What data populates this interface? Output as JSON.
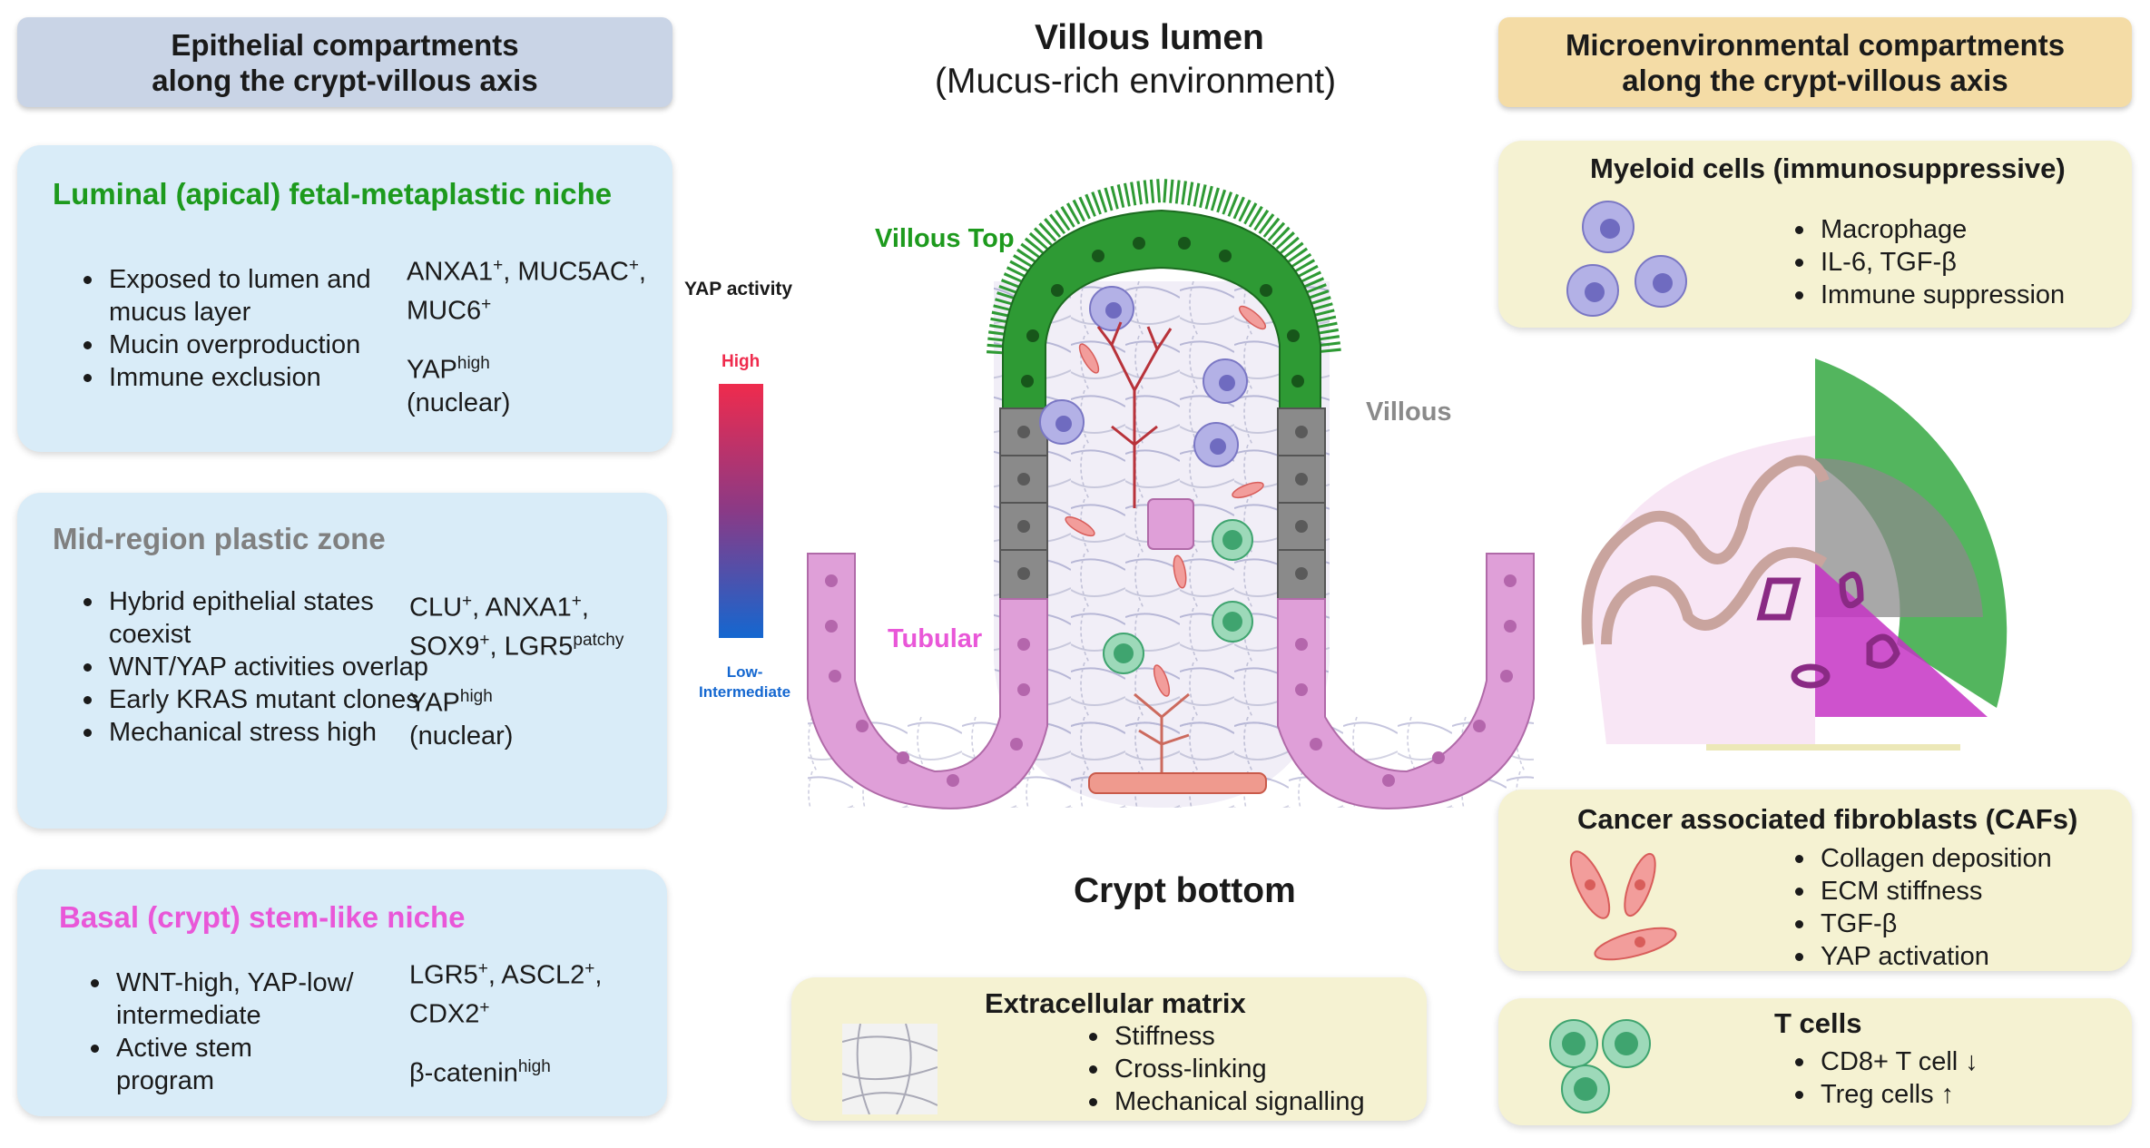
{
  "left_header": {
    "line1": "Epithelial compartments",
    "line2": "along the crypt-villous axis"
  },
  "right_header": {
    "line1": "Microenvironmental compartments",
    "line2": "along the crypt-villous axis"
  },
  "center": {
    "title": "Villous lumen",
    "subtitle": "(Mucus-rich environment)",
    "villous_top": "Villous Top",
    "villous": "Villous",
    "tubular": "Tubular",
    "crypt_bottom": "Crypt bottom"
  },
  "yap_legend": {
    "title": "YAP activity",
    "high": "High",
    "low_line1": "Low-",
    "low_line2": "Intermediate",
    "colors": {
      "high": "#ef2b4d",
      "low": "#1467d0"
    }
  },
  "luminal": {
    "title": "Luminal (apical) fetal-metaplastic niche",
    "title_color": "#1d9a1d",
    "bullets": [
      "Exposed to lumen and mucus layer",
      "Mucin overproduction",
      "Immune exclusion"
    ],
    "marker1_a": "ANXA1",
    "marker1_a_sup": "+",
    "marker1_sep": ", ",
    "marker1_b": "MUC5AC",
    "marker1_b_sup": "+",
    "marker1_c_sep": ",",
    "marker1_c": "MUC6",
    "marker1_c_sup": "+",
    "yap": "YAP",
    "yap_sup": "high",
    "yap_loc": "(nuclear)"
  },
  "mid": {
    "title": "Mid-region plastic zone",
    "title_color": "#808080",
    "bullets": [
      "Hybrid epithelial states coexist",
      "WNT/YAP activities overlap",
      "Early KRAS mutant clones",
      "Mechanical stress high"
    ],
    "m_clu": "CLU",
    "m_clu_sup": "+",
    "m_anxa1": "ANXA1",
    "m_anxa1_sup": "+",
    "m_sox9": "SOX9",
    "m_sox9_sup": "+",
    "m_lgr5": "LGR5",
    "m_lgr5_sup": "patchy",
    "yap": "YAP",
    "yap_sup": "high",
    "yap_loc": "(nuclear)"
  },
  "basal": {
    "title": "Basal (crypt) stem-like niche",
    "title_color": "#e957d8",
    "bullets": [
      "WNT-high, YAP-low/ intermediate",
      "Active stem program"
    ],
    "m_lgr5": "LGR5",
    "m_lgr5_sup": "+",
    "m_ascl2": "ASCL2",
    "m_ascl2_sup": "+",
    "m_cdx2": "CDX2",
    "m_cdx2_sup": "+",
    "bcat": "β-catenin",
    "bcat_sup": "high"
  },
  "ecm": {
    "title": "Extracellular matrix",
    "bullets": [
      "Stiffness",
      "Cross-linking",
      "Mechanical signalling"
    ]
  },
  "myeloid": {
    "title": "Myeloid cells (immunosuppressive)",
    "bullets": [
      "Macrophage",
      "IL-6, TGF-β",
      "Immune suppression"
    ]
  },
  "cafs": {
    "title": "Cancer associated fibroblasts (CAFs)",
    "bullets": [
      "Collagen deposition",
      "ECM stiffness",
      "TGF-β",
      "YAP activation"
    ]
  },
  "tcells": {
    "title": "T cells",
    "bullets": [
      "CD8+ T cell ↓",
      "Treg cells ↑"
    ]
  },
  "colors": {
    "left_header_bg": "#c9d4e6",
    "right_header_bg": "#f4dca6",
    "green_epithelium": "#2e9a34",
    "grey_epithelium": "#8a8a8a",
    "pink_epithelium": "#df9fd8"
  }
}
